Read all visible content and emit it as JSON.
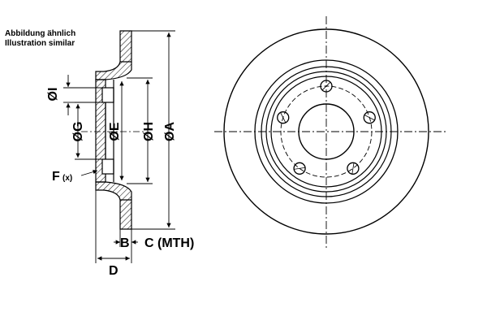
{
  "note": {
    "line1": "Abbildung ähnlich",
    "line2": "Illustration similar"
  },
  "labels": {
    "dia_i": "ØI",
    "dia_g": "ØG",
    "dia_e": "ØE",
    "dia_h": "ØH",
    "dia_a": "ØA",
    "f": "F",
    "f_suffix": "(x)",
    "b": "B",
    "c": "C (MTH)",
    "d": "D"
  },
  "colors": {
    "line": "#000000",
    "hatch": "#000000",
    "background": "#ffffff"
  },
  "bolt_holes": 5
}
